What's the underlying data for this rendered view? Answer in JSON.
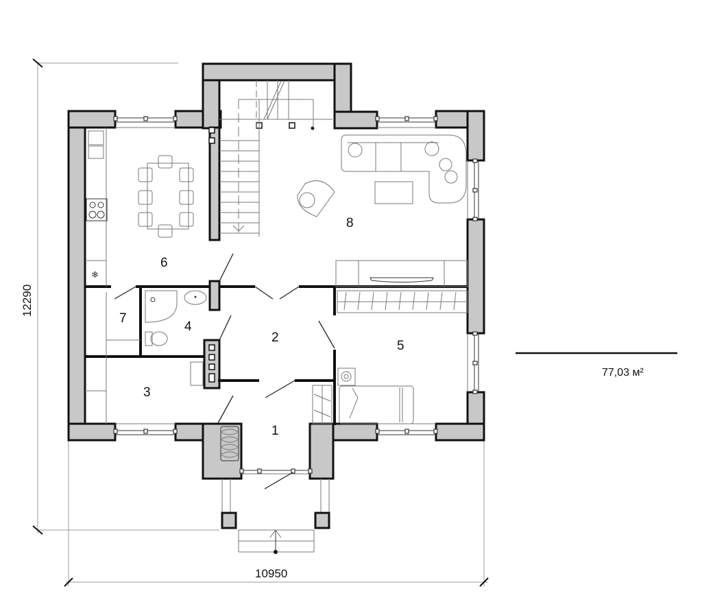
{
  "plan": {
    "type": "floor-plan",
    "total_area": "77,03 м²",
    "dimensions": {
      "width": "10950",
      "height": "12290"
    },
    "rooms": [
      {
        "number": "1"
      },
      {
        "number": "2"
      },
      {
        "number": "3"
      },
      {
        "number": "4"
      },
      {
        "number": "5"
      },
      {
        "number": "6"
      },
      {
        "number": "7"
      },
      {
        "number": "8"
      }
    ],
    "colors": {
      "wall_fill": "#c8c8c8",
      "wall_stroke": "#111111",
      "background": "#ffffff"
    }
  }
}
